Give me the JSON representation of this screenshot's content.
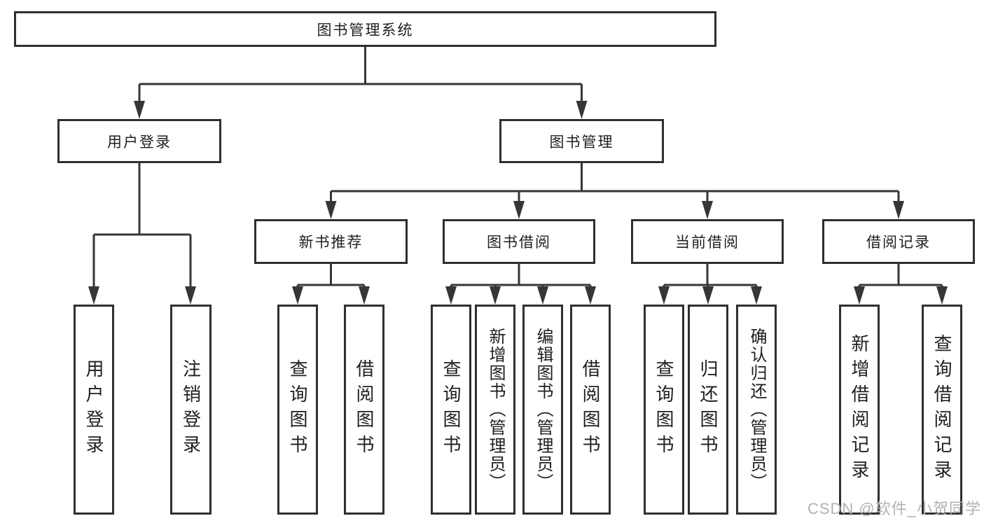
{
  "diagram": {
    "title": "图书管理系统",
    "root": {
      "label": "图书管理系统"
    },
    "level2": [
      {
        "id": "login",
        "label": "用户登录",
        "parent": "root"
      },
      {
        "id": "mgmt",
        "label": "图书管理",
        "parent": "root"
      }
    ],
    "level3": [
      {
        "id": "newbook",
        "label": "新书推荐",
        "parent": "mgmt"
      },
      {
        "id": "borrow",
        "label": "图书借阅",
        "parent": "mgmt"
      },
      {
        "id": "current",
        "label": "当前借阅",
        "parent": "mgmt"
      },
      {
        "id": "records",
        "label": "借阅记录",
        "parent": "mgmt"
      }
    ],
    "leaves": [
      {
        "id": "leaf-user-login",
        "label": "用户登录",
        "parent": "login"
      },
      {
        "id": "leaf-logout",
        "label": "注销登录",
        "parent": "login"
      },
      {
        "id": "leaf-nb-query",
        "label": "查询图书",
        "parent": "newbook"
      },
      {
        "id": "leaf-nb-borrow",
        "label": "借阅图书",
        "parent": "newbook"
      },
      {
        "id": "leaf-bw-query",
        "label": "查询图书",
        "parent": "borrow"
      },
      {
        "id": "leaf-bw-add",
        "label": "新增图书（管理员）",
        "parent": "borrow"
      },
      {
        "id": "leaf-bw-edit",
        "label": "编辑图书（管理员）",
        "parent": "borrow"
      },
      {
        "id": "leaf-bw-borrow",
        "label": "借阅图书",
        "parent": "borrow"
      },
      {
        "id": "leaf-cur-query",
        "label": "查询图书",
        "parent": "current"
      },
      {
        "id": "leaf-cur-return",
        "label": "归还图书",
        "parent": "current"
      },
      {
        "id": "leaf-cur-confirm",
        "label": "确认归还（管理员）",
        "parent": "current"
      },
      {
        "id": "leaf-rec-add",
        "label": "新增借阅记录",
        "parent": "records"
      },
      {
        "id": "leaf-rec-query",
        "label": "查询借阅记录",
        "parent": "records"
      }
    ]
  },
  "watermark": "CSDN @软件_小贺同学",
  "colors": {
    "line": "#363636",
    "border": "#2f2f2f",
    "text": "#1f1f1f",
    "watermark": "#b2b2b2",
    "background": "#ffffff"
  }
}
